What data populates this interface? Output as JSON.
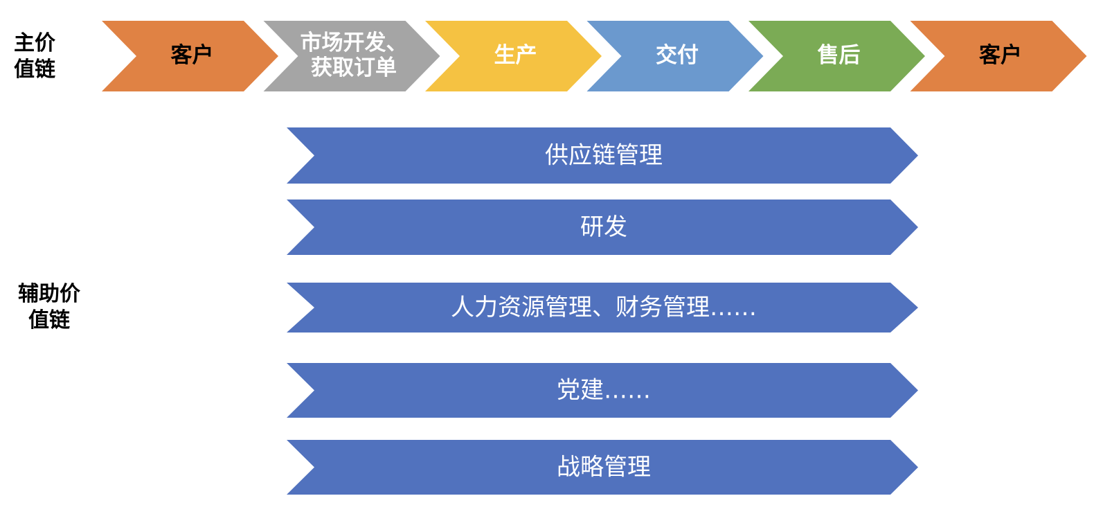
{
  "primary_chain": {
    "label_lines": [
      "主价",
      "值链"
    ],
    "steps": [
      {
        "lines": [
          "客户"
        ],
        "color": "#E08244",
        "text_color": "#000000"
      },
      {
        "lines": [
          "市场开发、",
          "获取订单"
        ],
        "color": "#A5A5A5",
        "text_color": "#ffffff"
      },
      {
        "lines": [
          "生产"
        ],
        "color": "#F5C242",
        "text_color": "#ffffff"
      },
      {
        "lines": [
          "交付"
        ],
        "color": "#6B99CE",
        "text_color": "#ffffff"
      },
      {
        "lines": [
          "售后"
        ],
        "color": "#7BAB55",
        "text_color": "#ffffff"
      },
      {
        "lines": [
          "客户"
        ],
        "color": "#E08244",
        "text_color": "#000000"
      }
    ]
  },
  "support_chain": {
    "label_lines": [
      "辅助价",
      "值链"
    ],
    "color": "#5172BE",
    "items": [
      {
        "label": "供应链管理"
      },
      {
        "label": "研发"
      },
      {
        "label": "人力资源管理、财务管理……"
      },
      {
        "label": "党建……"
      },
      {
        "label": "战略管理"
      }
    ]
  }
}
